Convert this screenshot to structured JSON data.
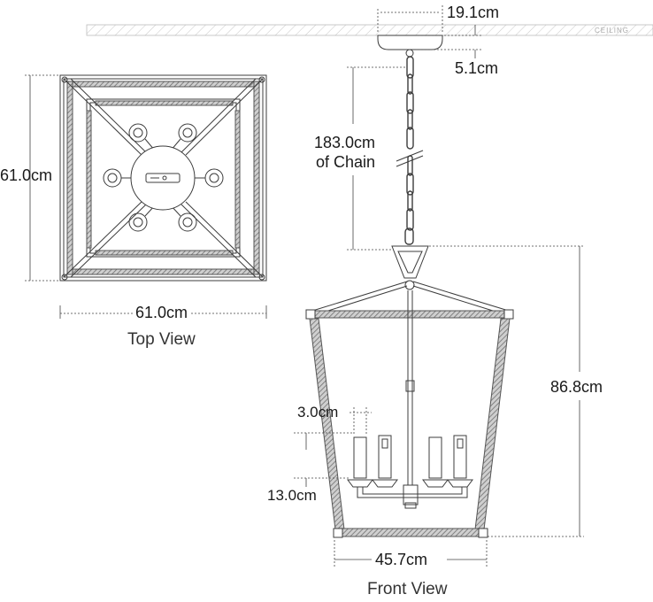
{
  "ceiling": {
    "label": "CEILING"
  },
  "top_view": {
    "title": "Top View",
    "width_label": "61.0cm",
    "height_label": "61.0cm"
  },
  "front_view": {
    "title": "Front View",
    "canopy_label": "19.1cm",
    "canopy_height_label": "5.1cm",
    "chain_label": "183.0cm",
    "chain_sub": "of Chain",
    "height_label": "86.8cm",
    "candle_dia_label": "3.0cm",
    "candle_height_label": "13.0cm",
    "bottom_width_label": "45.7cm"
  },
  "colors": {
    "line": "#3c3c3c",
    "frame": "#8a8a8a",
    "ceiling_hatch": "#bdbdbd"
  }
}
